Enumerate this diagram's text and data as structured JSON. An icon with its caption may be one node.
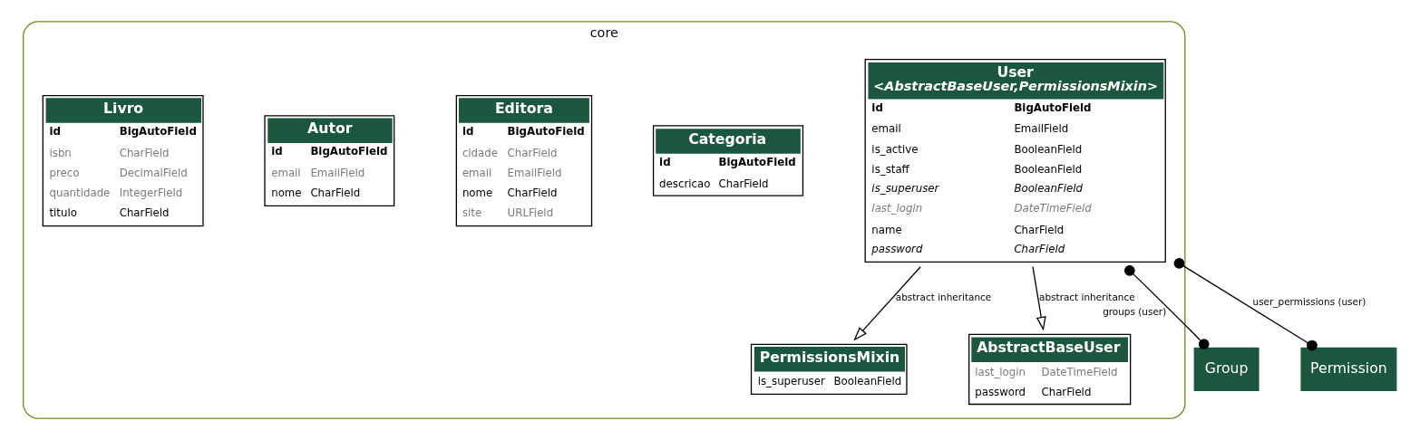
{
  "diagram": {
    "nodes": [
      {
        "text": [
          "core"
        ]
      },
      {
        "text": [
          "User",
          "<AbstractBaseUser,PermissionsMixin>",
          "id",
          "BigAutoField",
          "email",
          "EmailField",
          "is_active",
          "BooleanField",
          "is_staff",
          "BooleanField",
          "is_superuser",
          "BooleanField",
          "last_login",
          "DateTimeField",
          "name",
          "CharField",
          "password",
          "CharField"
        ],
        "in": 0
      },
      {
        "text": [
          "Categoria",
          "id",
          "BigAutoField",
          "descricao",
          "CharField"
        ],
        "in": 0
      },
      {
        "text": [
          "Editora",
          "id",
          "BigAutoField",
          "cidade",
          "CharField",
          "email",
          "EmailField",
          "nome",
          "CharField",
          "site",
          "URLField"
        ],
        "in": 0
      },
      {
        "text": [
          "Autor",
          "id",
          "BigAutoField",
          "email",
          "EmailField",
          "nome",
          "CharField"
        ],
        "in": 0
      },
      {
        "text": [
          "Livro",
          "id",
          "BigAutoField",
          "isbn",
          "CharField",
          "preco",
          "DecimalField",
          "quantidade",
          "IntegerField",
          "titulo",
          "CharField"
        ],
        "in": 0
      },
      {
        "text": [
          "PermissionsMixin",
          "is_superuser",
          "BooleanField"
        ],
        "in": 0
      },
      {
        "text": [
          "AbstractBaseUser",
          "last_login",
          "DateTimeField",
          "password",
          "CharField"
        ],
        "in": 0
      },
      {
        "text": [
          "Group"
        ]
      },
      {
        "text": [
          "Permission"
        ]
      }
    ],
    "edges": [
      {
        "from": 1,
        "to": 6,
        "arrow": "to",
        "label": "abstract inheritance"
      },
      {
        "from": 1,
        "to": 7,
        "arrow": "to",
        "label": "abstract inheritance"
      },
      {
        "from": 1,
        "to": 8,
        "arrow": "other",
        "label": "groups (user)"
      },
      {
        "from": 1,
        "to": 9,
        "arrow": "other",
        "label": "user_permissions (user)"
      }
    ]
  }
}
